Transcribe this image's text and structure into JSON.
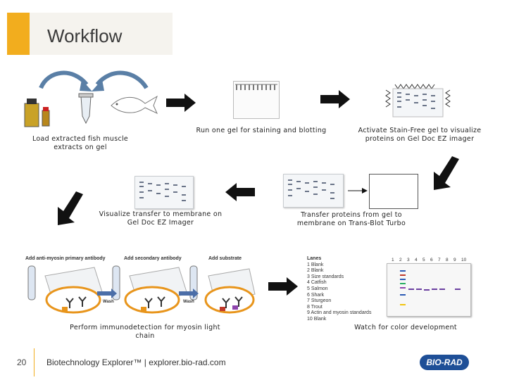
{
  "title": "Workflow",
  "steps": {
    "load": "Load extracted fish muscle extracts on gel",
    "run": "Run one gel for staining and blotting",
    "activate": "Activate Stain-Free gel to visualize proteins on Gel Doc EZ imager",
    "visualize": "Visualize transfer to membrane on Gel Doc EZ Imager",
    "transfer": "Transfer proteins from gel to membrane on Trans-Blot Turbo",
    "immuno": "Perform immunodetection for myosin light chain",
    "watch": "Watch for color development"
  },
  "immuno_panels": {
    "primary": "Add anti-myosin primary antibody",
    "secondary": "Add secondary antibody",
    "substrate": "Add substrate",
    "wash": "Wash"
  },
  "lanes": {
    "heading": "Lanes",
    "items": [
      "1 Blank",
      "2 Blank",
      "3 Size standards",
      "4 Catfish",
      "5 Salmon",
      "6 Shark",
      "7 Sturgeon",
      "8 Trout",
      "9 Actin and myosin standards",
      "10 Blank"
    ],
    "numbers": [
      "1",
      "2",
      "3",
      "4",
      "5",
      "6",
      "7",
      "8",
      "9",
      "10"
    ]
  },
  "footer": {
    "page_number": "20",
    "text": "Biotechnology Explorer™ |  explorer.bio-rad.com",
    "logo": "BIO-RAD"
  },
  "colors": {
    "accent": "#f2ad1e",
    "brand_blue": "#1e4f97"
  }
}
